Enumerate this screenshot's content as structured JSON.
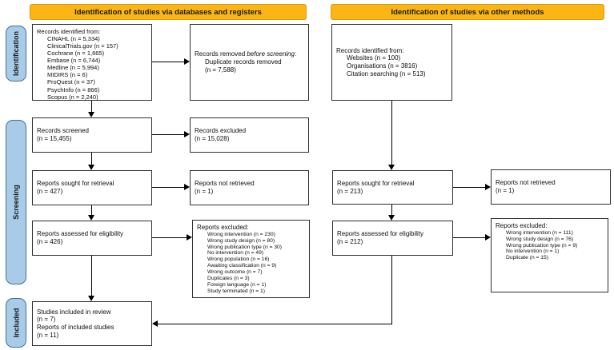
{
  "headers": {
    "left": "Identification of studies via databases and registers",
    "right": "Identification of studies via other methods"
  },
  "stages": {
    "identification": "Identification",
    "screening": "Screening",
    "included": "Included"
  },
  "colors": {
    "header_bg": "#FBB515",
    "header_border": "#D99C0B",
    "stage_fill": "#A8CBE8",
    "stage_border": "#41719C",
    "box_border": "#2f2f2f",
    "arrow": "#000000"
  },
  "left_flow": {
    "records_identified": {
      "title": "Records identified from:",
      "items": [
        "CINAHL (n = 5,334)",
        "ClinicalTrials.gov (n = 157)",
        "Cochrane (n = 1,665)",
        "Embase (n = 6,744)",
        "Medline (n = 5,994)",
        "MIDIRS (n = 6)",
        "ProQuest (n = 37)",
        "PsychInfo (n = 866)",
        "Scopus (n = 2,240)"
      ]
    },
    "records_removed": {
      "prefix": "Records removed ",
      "italic": "before screening",
      "suffix": ":",
      "items": [
        "Duplicate records removed",
        "(n = 7,588)"
      ]
    },
    "records_screened": {
      "line1": "Records screened",
      "line2": "(n = 15,455)"
    },
    "records_excluded": {
      "line1": "Records excluded",
      "line2": "(n = 15,028)"
    },
    "reports_sought": {
      "line1": "Reports sought for retrieval",
      "line2": "(n = 427)"
    },
    "reports_not_retrieved": {
      "line1": "Reports not retrieved",
      "line2": "(n = 1)"
    },
    "reports_assessed": {
      "line1": "Reports assessed for eligibility",
      "line2": "(n = 426)"
    },
    "reports_excluded": {
      "title": "Reports excluded:",
      "items": [
        "Wrong intervention (n = 230)",
        "Wrong study design (n = 80)",
        "Wrong publication type (n = 30)",
        "No intervention (n = 49)",
        "Wrong population (n = 16)",
        "Awaiting classification (n = 9)",
        "Wrong outcome (n = 7)",
        "Duplicates (n = 3)",
        "Foreign language (n = 1)",
        "Study terminated (n = 1)"
      ]
    },
    "included": {
      "lines": [
        "Studies included in review",
        "(n = 7)",
        "Reports of included studies",
        "(n = 11)"
      ]
    }
  },
  "right_flow": {
    "records_identified": {
      "title": "Records identified from:",
      "items": [
        "Websites (n = 100)",
        "Organisations (n = 3816)",
        "Citation searching (n = 513)"
      ]
    },
    "reports_sought": {
      "line1": "Reports sought for retrieval",
      "line2": "(n = 213)"
    },
    "reports_not_retrieved": {
      "line1": "Reports not retrieved",
      "line2": "(n = 1)"
    },
    "reports_assessed": {
      "line1": "Reports assessed for eligibility",
      "line2": "(n = 212)"
    },
    "reports_excluded": {
      "title": "Reports excluded:",
      "items": [
        "Wrong intervention (n = 111)",
        "Wrong study design (n = 76)",
        "Wrong publication type (n = 9)",
        "No intervention (n = 1)",
        "Duplicate (n = 15)"
      ]
    }
  }
}
